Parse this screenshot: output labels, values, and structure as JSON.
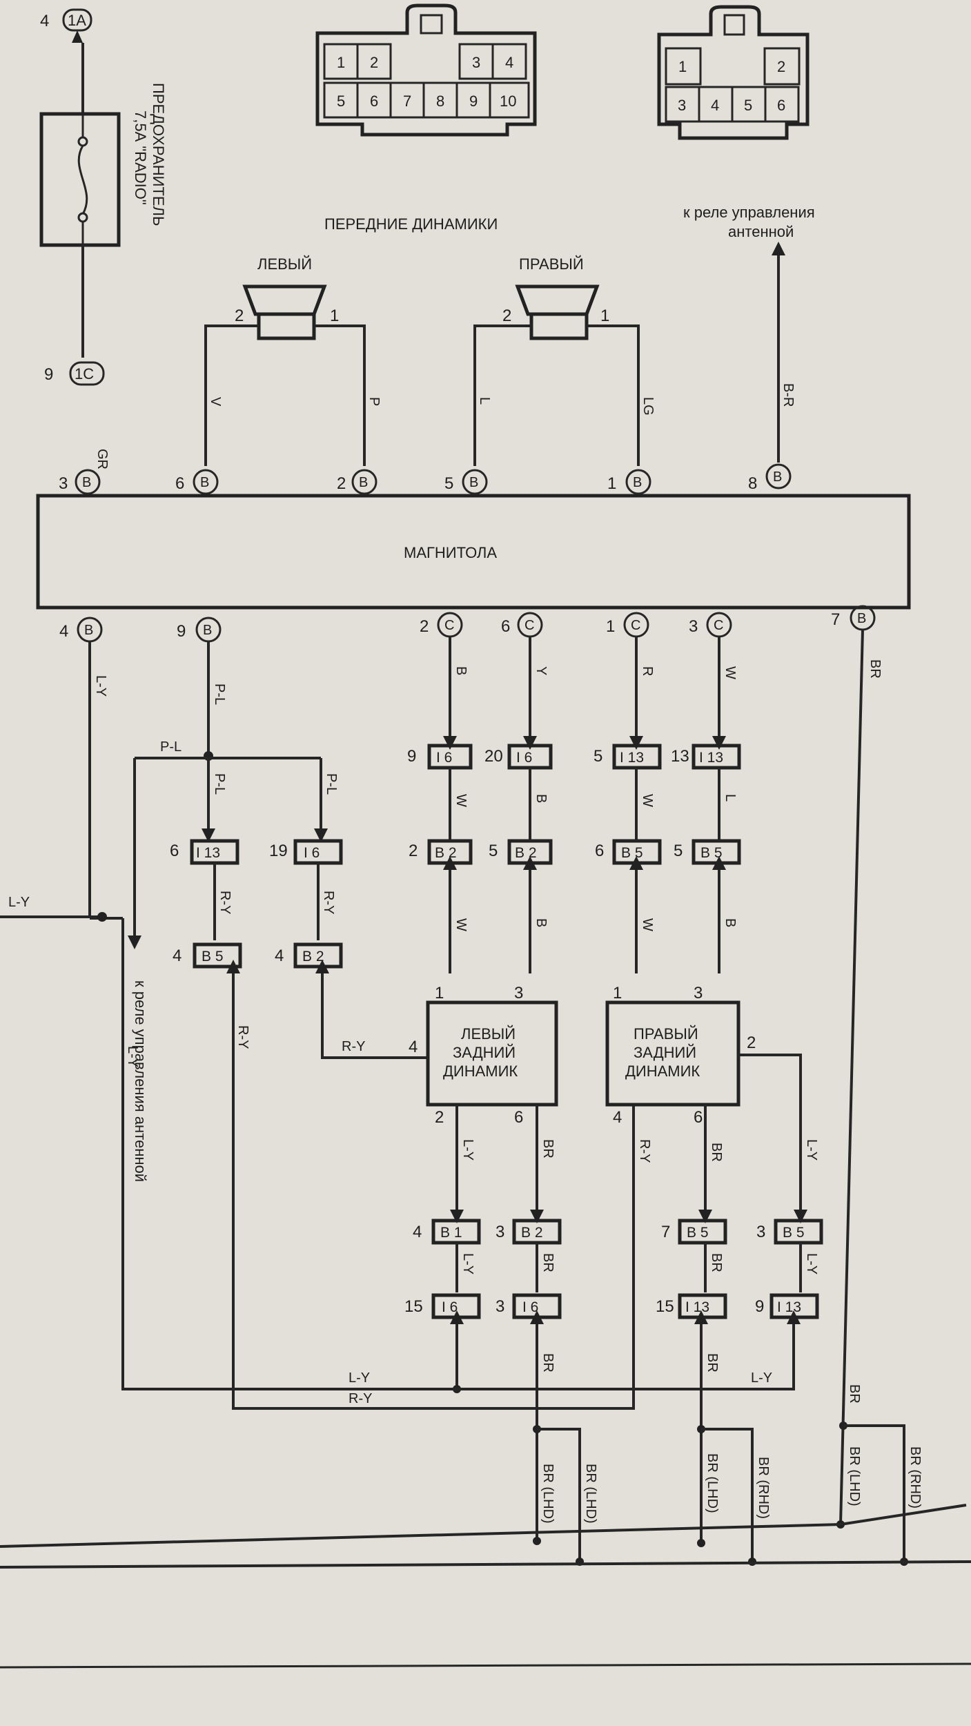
{
  "fuse": {
    "label_line1": "ПРЕДОХРАНИТЕЛЬ",
    "label_line2": "7,5А \"RADIO\"",
    "top_pin": "4",
    "top_conn": "1A",
    "bottom_pin": "9",
    "bottom_conn": "1C",
    "wire": "GR"
  },
  "connector_left": {
    "pins": [
      "1",
      "2",
      "3",
      "4",
      "5",
      "6",
      "7",
      "8",
      "9",
      "10"
    ]
  },
  "connector_right": {
    "pins": [
      "1",
      "2",
      "3",
      "4",
      "5",
      "6"
    ]
  },
  "front_speakers": {
    "title": "ПЕРЕДНИЕ ДИНАМИКИ",
    "left": "ЛЕВЫЙ",
    "right": "ПРАВЫЙ"
  },
  "antenna_relay_top": {
    "line1": "к реле управления",
    "line2": "антенной",
    "wire": "B-R"
  },
  "head_unit": {
    "label": "МАГНИТОЛА"
  },
  "top_pins": [
    {
      "num": "3",
      "conn": "B"
    },
    {
      "num": "6",
      "conn": "B"
    },
    {
      "num": "2",
      "conn": "B"
    },
    {
      "num": "5",
      "conn": "B"
    },
    {
      "num": "1",
      "conn": "B"
    },
    {
      "num": "8",
      "conn": "B"
    }
  ],
  "bottom_pins": [
    {
      "num": "4",
      "conn": "B"
    },
    {
      "num": "9",
      "conn": "B"
    },
    {
      "num": "2",
      "conn": "C"
    },
    {
      "num": "6",
      "conn": "C"
    },
    {
      "num": "1",
      "conn": "C"
    },
    {
      "num": "3",
      "conn": "C"
    },
    {
      "num": "7",
      "conn": "B"
    }
  ],
  "front_wires": [
    "V",
    "P",
    "L",
    "LG"
  ],
  "speaker_pins": [
    "2",
    "1",
    "2",
    "1"
  ],
  "wire_colors": {
    "l_y": "L-Y",
    "p_l": "P-L",
    "r_y": "R-Y",
    "br": "BR",
    "b": "B",
    "y": "Y",
    "r": "R",
    "w": "W",
    "l": "L"
  },
  "junction_connectors": [
    {
      "pin": "9",
      "name": "I 6"
    },
    {
      "pin": "20",
      "name": "I 6"
    },
    {
      "pin": "5",
      "name": "I 13"
    },
    {
      "pin": "13",
      "name": "I 13"
    },
    {
      "pin": "2",
      "name": "B 2"
    },
    {
      "pin": "5",
      "name": "B 2"
    },
    {
      "pin": "6",
      "name": "B 5"
    },
    {
      "pin": "5",
      "name": "B 5"
    },
    {
      "pin": "6",
      "name": "I 13"
    },
    {
      "pin": "19",
      "name": "I 6"
    },
    {
      "pin": "4",
      "name": "B 5"
    },
    {
      "pin": "4",
      "name": "B 2"
    },
    {
      "pin": "4",
      "name": "B 1"
    },
    {
      "pin": "3",
      "name": "B 2"
    },
    {
      "pin": "7",
      "name": "B 5"
    },
    {
      "pin": "3",
      "name": "B 5"
    },
    {
      "pin": "15",
      "name": "I 6"
    },
    {
      "pin": "3",
      "name": "I 6"
    },
    {
      "pin": "15",
      "name": "I 13"
    },
    {
      "pin": "9",
      "name": "I 13"
    }
  ],
  "rear_left": {
    "line1": "ЛЕВЫЙ",
    "line2": "ЗАДНИЙ",
    "line3": "ДИНАМИК",
    "pins": [
      "1",
      "3",
      "4",
      "2",
      "6"
    ]
  },
  "rear_right": {
    "line1": "ПРАВЫЙ",
    "line2": "ЗАДНИЙ",
    "line3": "ДИНАМИК",
    "pins": [
      "1",
      "3",
      "2",
      "4",
      "6"
    ]
  },
  "antenna_relay_side": {
    "text": "к реле управления антенной"
  },
  "ground_labels": [
    "BR (LHD)",
    "BR (LHD)",
    "BR (LHD)",
    "BR (RHD)",
    "BR (LHD)",
    "BR (RHD)"
  ]
}
